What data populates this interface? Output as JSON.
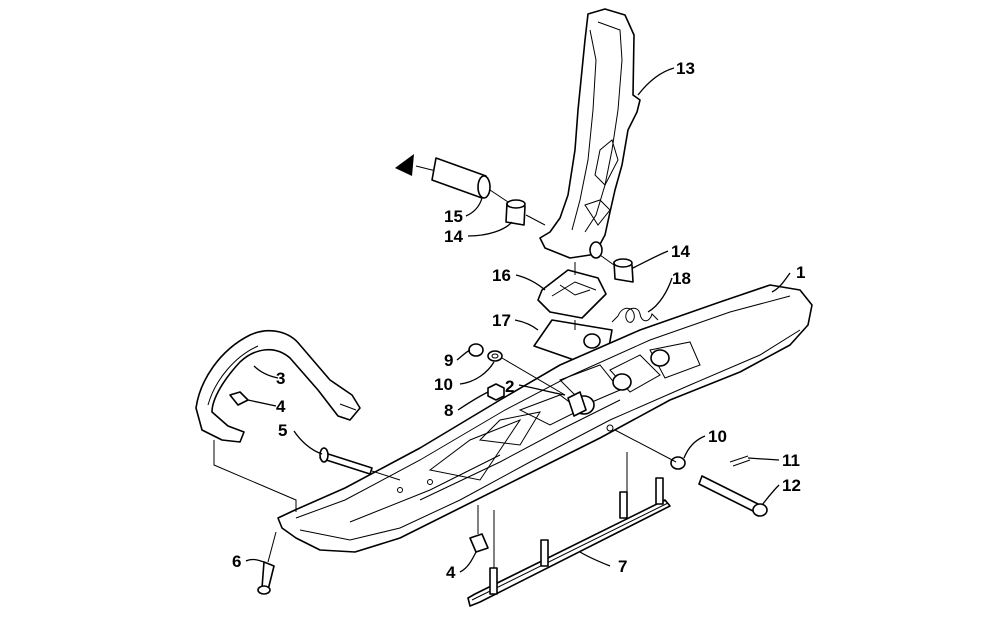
{
  "diagram": {
    "callouts": [
      {
        "id": "c1",
        "label": "1"
      },
      {
        "id": "c2",
        "label": "2"
      },
      {
        "id": "c3",
        "label": "3"
      },
      {
        "id": "c4a",
        "label": "4"
      },
      {
        "id": "c4b",
        "label": "4"
      },
      {
        "id": "c5",
        "label": "5"
      },
      {
        "id": "c6",
        "label": "6"
      },
      {
        "id": "c7",
        "label": "7"
      },
      {
        "id": "c8",
        "label": "8"
      },
      {
        "id": "c9",
        "label": "9"
      },
      {
        "id": "c10a",
        "label": "10"
      },
      {
        "id": "c10b",
        "label": "10"
      },
      {
        "id": "c11",
        "label": "11"
      },
      {
        "id": "c12",
        "label": "12"
      },
      {
        "id": "c13",
        "label": "13"
      },
      {
        "id": "c14a",
        "label": "14"
      },
      {
        "id": "c14b",
        "label": "14"
      },
      {
        "id": "c15",
        "label": "15"
      },
      {
        "id": "c16",
        "label": "16"
      },
      {
        "id": "c17",
        "label": "17"
      },
      {
        "id": "c18",
        "label": "18"
      }
    ]
  }
}
